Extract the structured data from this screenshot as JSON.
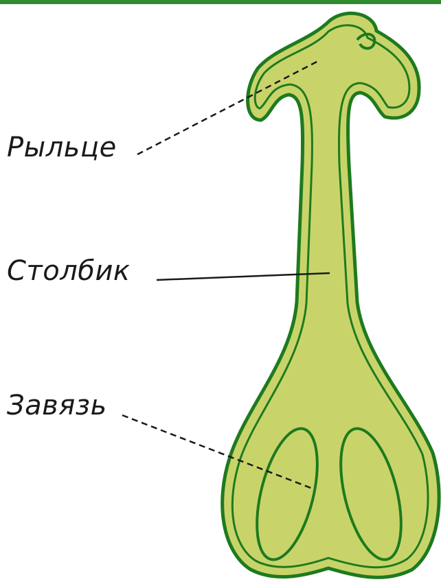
{
  "colors": {
    "fill": "#c8d46a",
    "outline": "#1e7a1e",
    "frame": "#2e8b2e",
    "text": "#1a1a1a",
    "leader": "#1a1a1a"
  },
  "labels": {
    "stigma": "Рыльце",
    "style": "Столбик",
    "ovary": "Завязь"
  }
}
